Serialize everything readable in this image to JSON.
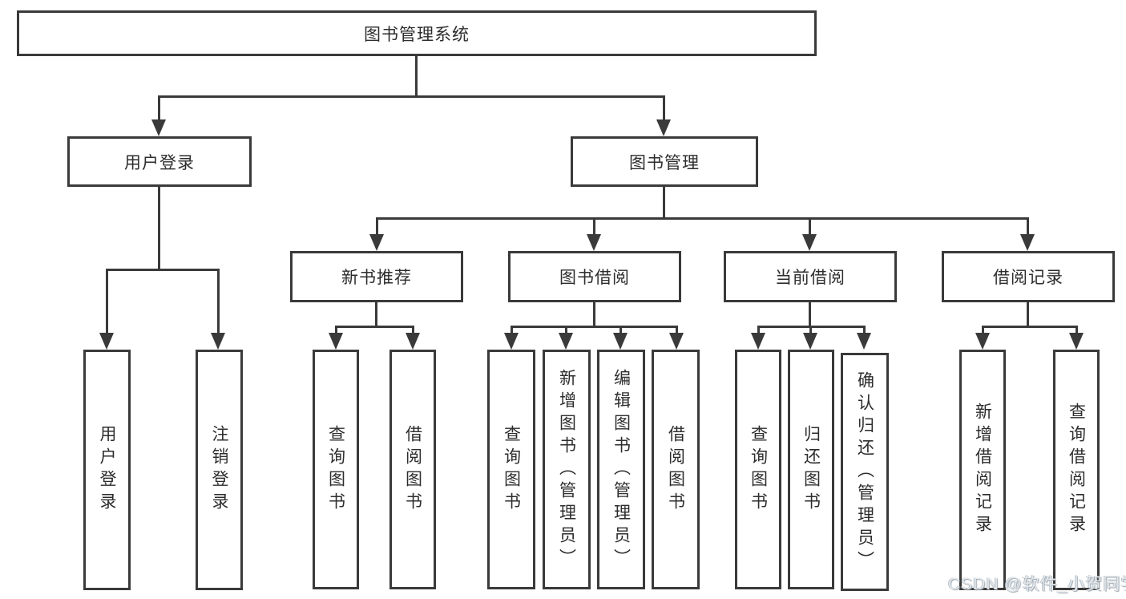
{
  "nodes": {
    "root": "图书管理系统",
    "user_login": "用户登录",
    "book_mgmt": "图书管理",
    "new_book_rec": "新书推荐",
    "book_borrow": "图书借阅",
    "current_borrow": "当前借阅",
    "borrow_records": "借阅记录",
    "leaf_user_login": "用户登录",
    "leaf_logout": "注销登录",
    "rec_query_book": "查询图书",
    "rec_borrow_book": "借阅图书",
    "bb_query_book": "查询图书",
    "bb_add_book_admin": "新增图书（管理员）",
    "bb_edit_book_admin": "编辑图书（管理员）",
    "bb_borrow_book": "借阅图书",
    "cb_query_book": "查询图书",
    "cb_return_book": "归还图书",
    "cb_confirm_return_admin": "确认归还（管理员）",
    "br_add_record": "新增借阅记录",
    "br_query_record": "查询借阅记录"
  },
  "watermark": "CSDN @软件_小贺同学",
  "colors": {
    "line": "#3a3a3a",
    "text": "#2d2d2d",
    "background": "#ffffff"
  }
}
